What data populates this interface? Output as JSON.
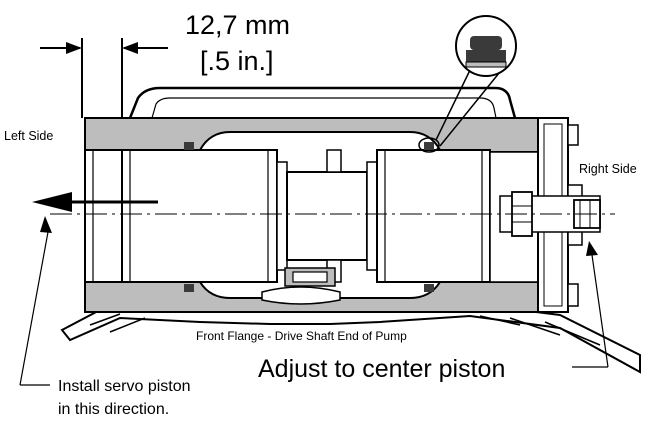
{
  "labels": {
    "dimension_metric": "12,7 mm",
    "dimension_imperial": "[.5 in.]",
    "left_side": "Left Side",
    "right_side": "Right Side",
    "front_flange": "Front Flange - Drive Shaft End of Pump",
    "adjust_center": "Adjust to center piston",
    "install_line1": "Install servo piston",
    "install_line2": "in this direction."
  },
  "colors": {
    "housing": "#bdbdbd",
    "seal": "#3a3a3a",
    "line": "#000000",
    "background": "#ffffff"
  }
}
